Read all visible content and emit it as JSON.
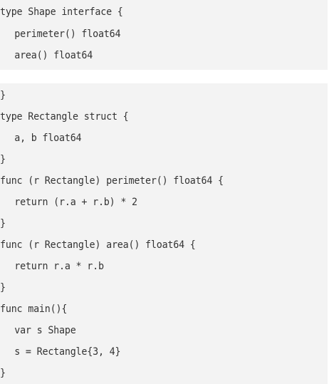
{
  "code_blocks": [
    {
      "lines": [
        "type Shape interface {",
        "perimeter() float64",
        "area() float64"
      ]
    },
    {
      "lines": [
        "}",
        "type Rectangle struct {",
        "a, b float64",
        "}",
        "func (r Rectangle) perimeter() float64 {",
        "return (r.a + r.b) * 2",
        "}",
        "func (r Rectangle) area() float64 {",
        "return r.a * r.b",
        "}",
        "func main(){",
        "var s Shape",
        "s = Rectangle{3, 4}",
        "}"
      ]
    }
  ]
}
